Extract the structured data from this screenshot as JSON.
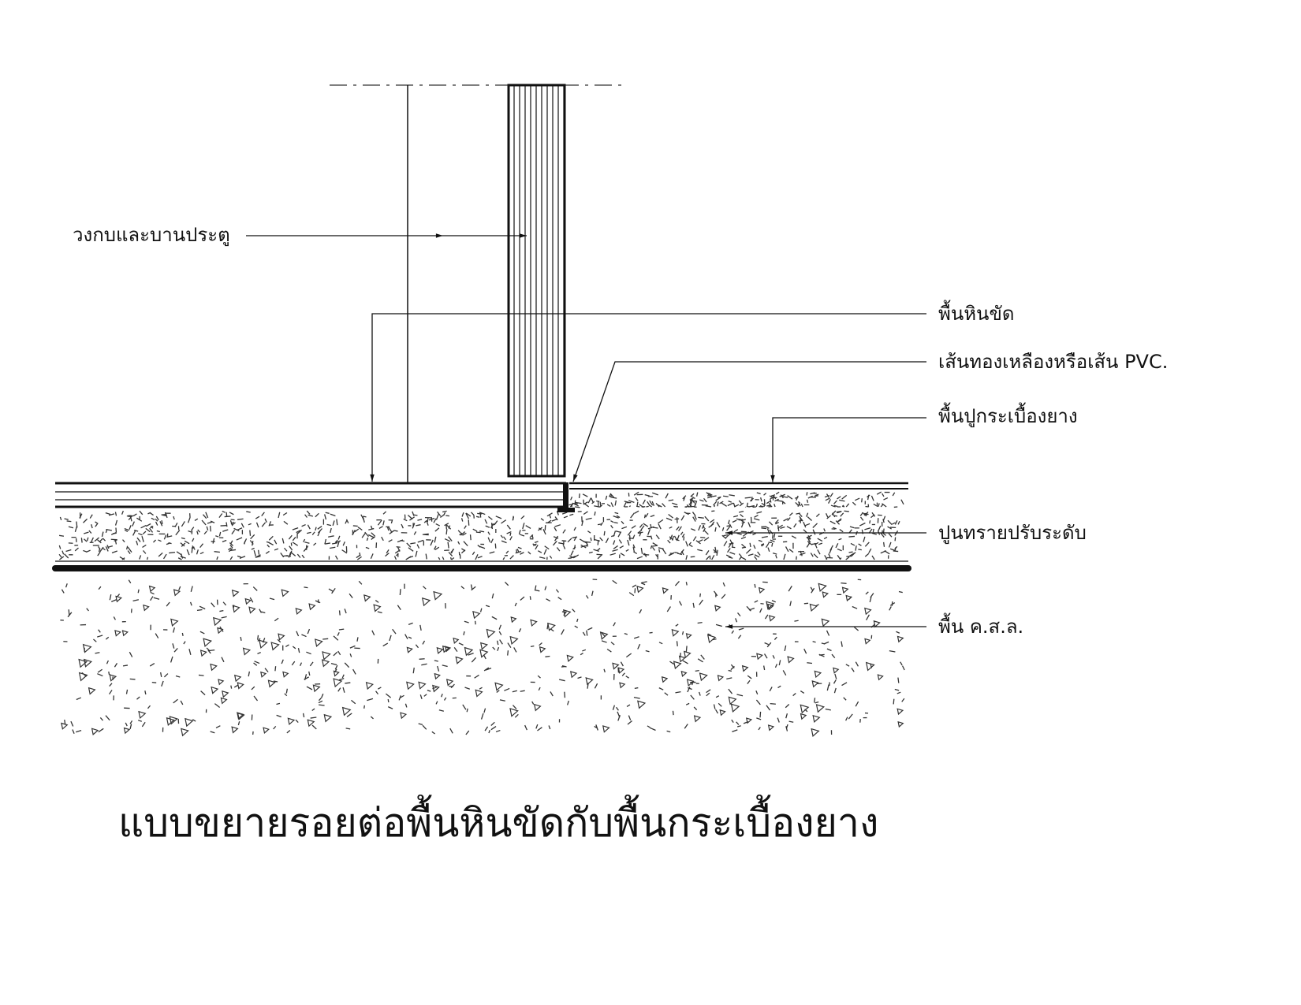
{
  "labels": {
    "door_frame": "วงกบและบานประตู",
    "terrazzo": "พื้นหินขัด",
    "divider_strip": "เส้นทองเหลืองหรือเส้น PVC.",
    "rubber_tile": "พื้นปูกระเบื้องยาง",
    "mortar": "ปูนทรายปรับระดับ",
    "concrete": "พื้น ค.ส.ล."
  },
  "title": "แบบขยายรอยต่อพื้นหินขัดกับพื้นกระเบื้องยาง"
}
